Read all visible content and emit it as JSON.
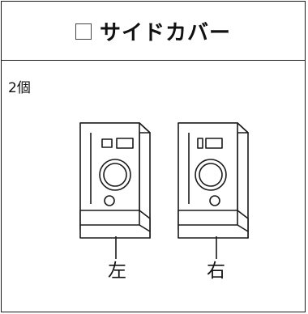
{
  "header": {
    "title": "サイドカバー"
  },
  "quantity": "2個",
  "parts": {
    "left_label": "左",
    "right_label": "右"
  }
}
